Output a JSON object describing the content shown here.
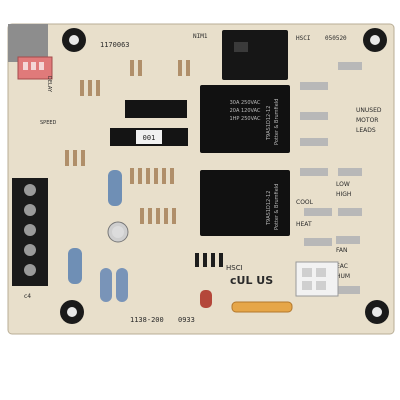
{
  "board": {
    "part_number_top": "1170063",
    "part_number_bottom": "1138-200",
    "date_code": "0933",
    "date_right": "050520",
    "chip_label": "001",
    "header_labels": [
      "NIM1",
      "HSCI"
    ],
    "relay_brand": "Potter & Brumfield",
    "relay_model": "T9AS1D12-12",
    "relay_ratings": [
      "30A 250VAC",
      "20A 120VAC",
      "1HP 250VAC"
    ],
    "right_labels": [
      "UNUSED",
      "MOTOR",
      "LEADS"
    ],
    "switch_labels": [
      "DELAY",
      "SPEED"
    ],
    "terminal_labels": [
      "COOL",
      "HEAT",
      "FAN",
      "LOW",
      "HIGH",
      "EAC",
      "HUM"
    ],
    "cert_mark": "cUL US",
    "cert_prefix": "HSCI"
  }
}
